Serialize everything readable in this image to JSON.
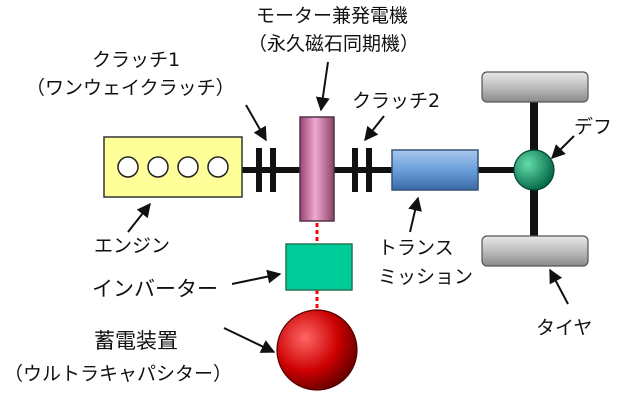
{
  "labels": {
    "motor_line1": "モーター兼発電機",
    "motor_line2": "（永久磁石同期機）",
    "clutch1_line1": "クラッチ1",
    "clutch1_line2": "（ワンウェイクラッチ）",
    "clutch2": "クラッチ2",
    "diff": "デフ",
    "engine": "エンジン",
    "transmission_line1": "トランス",
    "transmission_line2": "ミッション",
    "inverter": "インバーター",
    "storage_line1": "蓄電装置",
    "storage_line2": "（ウルトラキャパシター）",
    "tire": "タイヤ"
  },
  "colors": {
    "engine_fill": "#ffff99",
    "motor_fill": "#cc6699",
    "transmission_fill": "#6699cc",
    "diff_fill": "#009966",
    "inverter_fill": "#00cc99",
    "storage_fill": "#cc0000",
    "tire_fill": "#cccccc",
    "electric_link": "#ff0000",
    "shaft": "#111111"
  }
}
